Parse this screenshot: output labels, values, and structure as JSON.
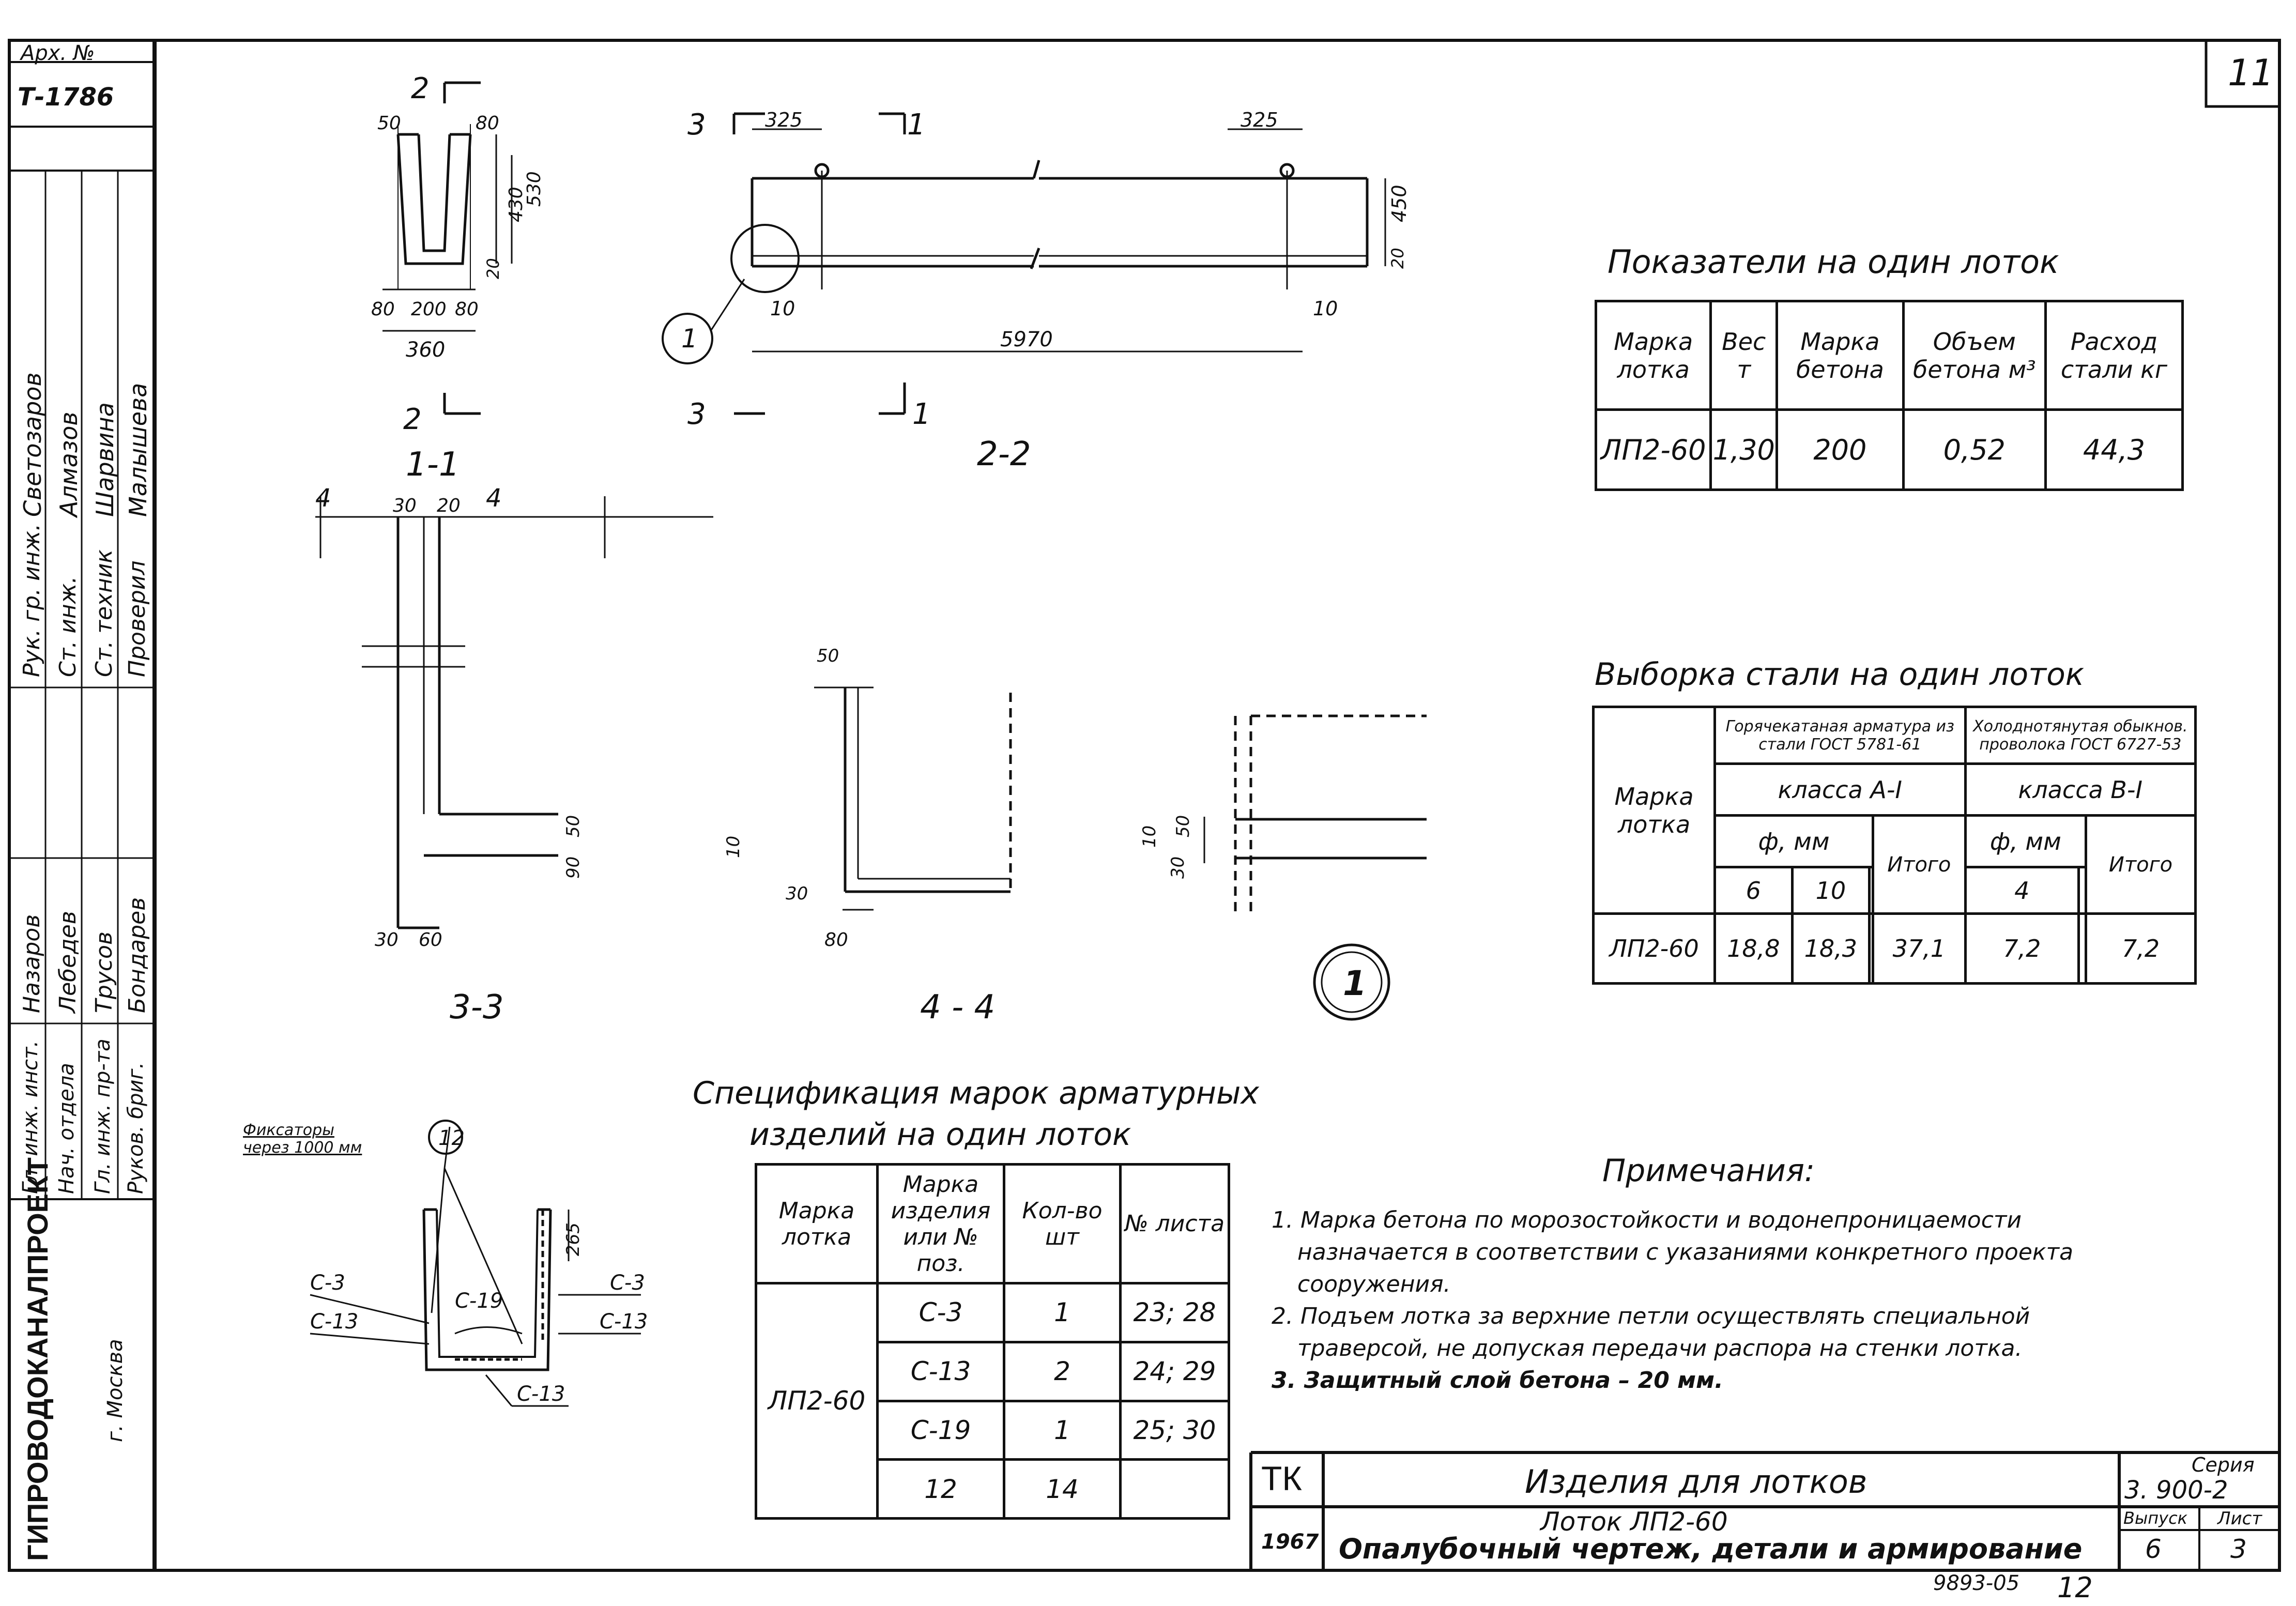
{
  "archive": {
    "label": "Арх. №",
    "number": "Т-1786"
  },
  "sheet_corner_number": "11",
  "left_strip": {
    "roles": [
      "Рук. гр. инж.",
      "Ст. инж.",
      "Ст. техник",
      "Проверил"
    ],
    "names": [
      "Светозаров",
      "Алмазов",
      "Шарвина",
      "Малышева"
    ],
    "roles2": [
      "Гл. инж. инст.",
      "Нач. отдела",
      "Гл. инж. пр-та",
      "Руков. бриг."
    ],
    "names2": [
      "Назаров",
      "Лебедев",
      "Трусов",
      "Бондарев"
    ],
    "org": "ГИПРОВОДОКАНАЛПРОЕКТ",
    "city": "г. Москва"
  },
  "drawing": {
    "sec11": {
      "title": "1-1",
      "cut": "2",
      "d50": "50",
      "d80t": "80",
      "d530": "530",
      "d430": "430",
      "d80a": "80",
      "d200": "200",
      "d80b": "80",
      "d360": "360",
      "d20": "20"
    },
    "sec22": {
      "title": "2-2",
      "cut3": "3",
      "cut1": "1",
      "d325a": "325",
      "d325b": "325",
      "d450": "450",
      "d20": "20",
      "d10a": "10",
      "d10b": "10",
      "d5970": "5970",
      "callout": "1"
    },
    "sec33": {
      "title": "3-3",
      "cut": "4",
      "d30": "30",
      "d20": "20",
      "d30b": "30",
      "d60": "60",
      "d50": "50",
      "d90": "90"
    },
    "sec44": {
      "title": "4 - 4",
      "d50": "50",
      "d10": "10",
      "d30": "30",
      "d80": "80"
    },
    "node1": {
      "label": "1",
      "d10": "10",
      "d30": "30",
      "d50": "50"
    },
    "rebar": {
      "fix_label": "Фиксаторы через 1000 мм",
      "pos12": "12",
      "c3a": "С-3",
      "c3b": "С-3",
      "c13a": "С-13",
      "c13b": "С-13",
      "c19": "С-19",
      "c13c": "С-13",
      "d265": "265"
    }
  },
  "indicators": {
    "title": "Показатели на один лоток",
    "headers": [
      "Марка лотка",
      "Вес т",
      "Марка бетона",
      "Объем бетона м³",
      "Расход стали кг"
    ],
    "row": [
      "ЛП2-60",
      "1,30",
      "200",
      "0,52",
      "44,3"
    ]
  },
  "steel": {
    "title": "Выборка стали на один лоток",
    "mark_label": "Марка лотка",
    "hot_rolled": "Горячекатаная арматура из стали ГОСТ 5781-61",
    "cold_drawn": "Холоднотянутая обыкнов. проволока ГОСТ 6727-53",
    "class_a": "класса А-I",
    "class_b": "класса В-I",
    "phi_mm": "ф, мм",
    "total": "Итого",
    "d6": "6",
    "d10": "10",
    "d4": "4",
    "row": [
      "ЛП2-60",
      "18,8",
      "18,3",
      "",
      "37,1",
      "7,2",
      "",
      "7,2"
    ]
  },
  "spec": {
    "title1": "Спецификация марок арматурных",
    "title2": "изделий на один лоток",
    "headers": [
      "Марка лотка",
      "Марка изделия или № поз.",
      "Кол-во шт",
      "№ листа"
    ],
    "mark": "ЛП2-60",
    "rows": [
      {
        "item": "С-3",
        "qty": "1",
        "sheet": "23; 28"
      },
      {
        "item": "С-13",
        "qty": "2",
        "sheet": "24; 29"
      },
      {
        "item": "С-19",
        "qty": "1",
        "sheet": "25; 30"
      },
      {
        "item": "12",
        "qty": "14",
        "sheet": ""
      }
    ]
  },
  "notes": {
    "title": "Примечания:",
    "items": [
      "1. Марка бетона по морозостойкости и водонепроницаемости",
      "назначается в соответствии с указаниями конкретного проекта",
      "сооружения.",
      "2. Подъем лотка за верхние петли осуществлять специальной",
      "траверсой, не допуская передачи распора на стенки лотка.",
      "3. Защитный слой бетона – 20 мм."
    ]
  },
  "stamp": {
    "tk": "ТК",
    "title": "Изделия для лотков",
    "subtitle1": "Лоток ЛП2-60",
    "subtitle2": "Опалубочный чертеж, детали и армирование",
    "year": "1967",
    "series_label": "Серия",
    "series": "3. 900-2",
    "issue_label": "Выпуск",
    "sheet_label": "Лист",
    "issue": "6",
    "sheet": "3"
  },
  "footer": {
    "code": "9893-05",
    "page": "12"
  }
}
